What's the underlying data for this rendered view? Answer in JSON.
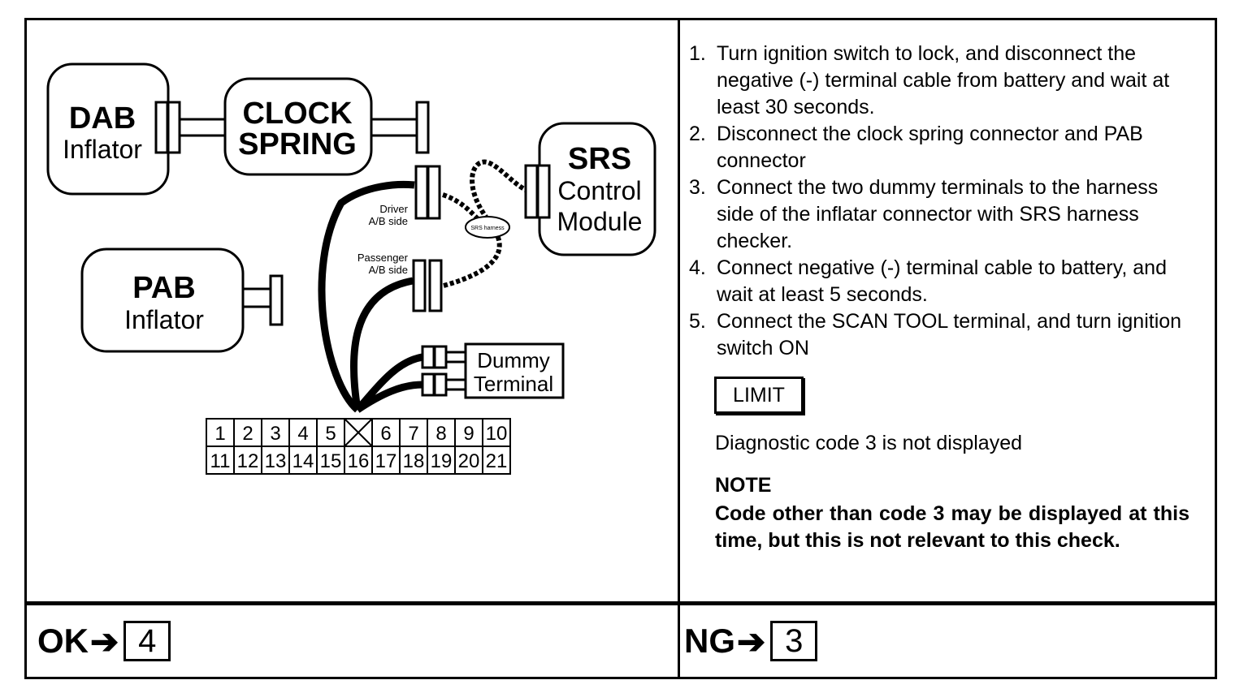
{
  "diagram": {
    "dab": {
      "title": "DAB",
      "subtitle": "Inflator"
    },
    "clock_spring": {
      "line1": "CLOCK",
      "line2": "SPRING"
    },
    "srs": {
      "title": "SRS",
      "line2": "Control",
      "line3": "Module"
    },
    "pab": {
      "title": "PAB",
      "subtitle": "Inflator"
    },
    "driver_side": {
      "line1": "Driver",
      "line2": "A/B side"
    },
    "passenger_side": {
      "line1": "Passenger",
      "line2": "A/B side"
    },
    "harness_tag": "SRS harness",
    "dummy": {
      "line1": "Dummy",
      "line2": "Terminal"
    },
    "grid": {
      "row1": [
        "1",
        "2",
        "3",
        "4",
        "5",
        "",
        "6",
        "7",
        "8",
        "9",
        "10"
      ],
      "row2": [
        "11",
        "12",
        "13",
        "14",
        "15",
        "16",
        "17",
        "18",
        "19",
        "20",
        "21"
      ]
    }
  },
  "steps": [
    {
      "num": "1.",
      "text": "Turn ignition switch to lock, and disconnect the negative (-) terminal cable from battery and wait at least 30 seconds."
    },
    {
      "num": "2.",
      "text": "Disconnect the clock spring connector and PAB connector"
    },
    {
      "num": "3.",
      "text": "Connect the two dummy terminals to the harness side of the inflatar connector with SRS harness checker."
    },
    {
      "num": "4.",
      "text": "Connect negative (-) terminal cable to battery, and wait at least 5 seconds."
    },
    {
      "num": "5.",
      "text": "Connect the SCAN TOOL terminal, and turn ignition switch ON"
    }
  ],
  "limit": {
    "label": "LIMIT",
    "text": "Diagnostic code 3 is not displayed"
  },
  "note": {
    "title": "NOTE",
    "body": "Code other than code 3 may be displayed at this time, but this is not relevant to this check."
  },
  "results": {
    "ok": {
      "label": "OK",
      "arrow": "➔",
      "step": "4"
    },
    "ng": {
      "label": "NG",
      "arrow": "➔",
      "step": "3"
    }
  }
}
